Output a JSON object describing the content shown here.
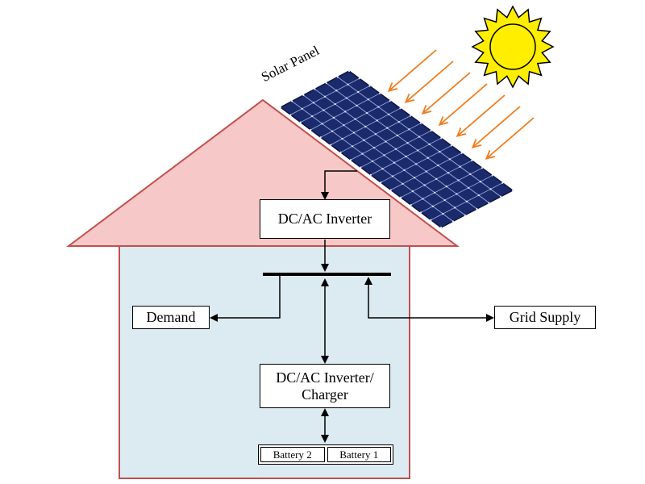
{
  "labels": {
    "solar_panel": "Solar Panel",
    "dcac_inverter": "DC/AC Inverter",
    "demand": "Demand",
    "grid_supply": "Grid Supply",
    "inverter_charger_line1": "DC/AC Inverter/",
    "inverter_charger_line2": "Charger",
    "battery_2": "Battery 2",
    "battery_1": "Battery 1"
  },
  "colors": {
    "roof_fill": "#f6c8c8",
    "roof_stroke": "#c0504d",
    "house_fill": "#dcebf2",
    "house_stroke": "#c0504d",
    "panel_fill": "#1b2a6b",
    "panel_grid": "#8fa0d8",
    "sun_fill": "#ffee00",
    "sun_stroke": "#000000",
    "ray_color": "#f07c1e",
    "line_color": "#000000"
  },
  "icons": {
    "sun": "sun-icon",
    "solar_panel": "solar-panel-icon"
  }
}
